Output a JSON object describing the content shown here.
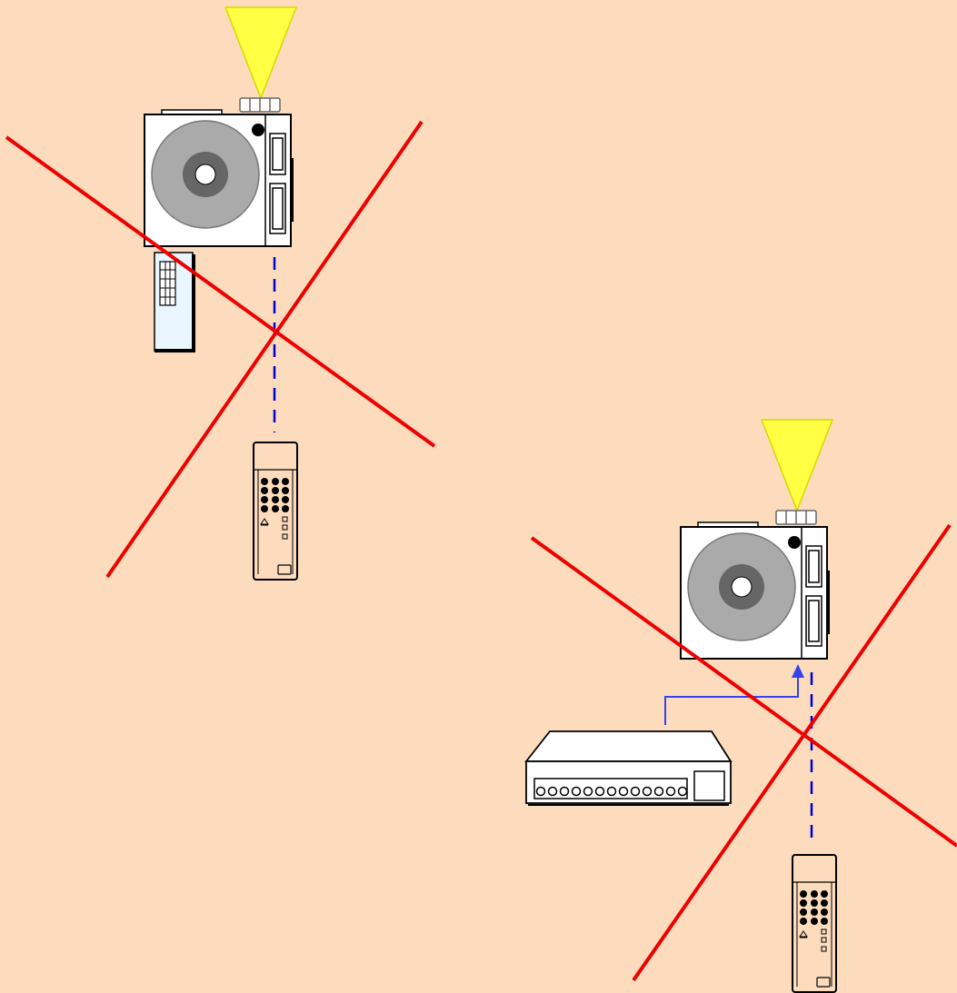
{
  "colors": {
    "background": "#FDDCBE",
    "cross_mark": "#EE0000",
    "signal_line": "#0000CC",
    "cable_line": "#3344EE",
    "light_beam": "#FFFF44",
    "device_body": "#FFFFFF",
    "outline": "#000000",
    "disc": "#AAAAAA",
    "disc_hub": "#666666",
    "remote_body": "#FDDCBE",
    "receiver_body": "#E9F6FF"
  },
  "scenes": [
    {
      "id": "scene-1",
      "devices": [
        "light-beam",
        "camera",
        "ir-receiver-unit",
        "handheld-remote"
      ],
      "link": "infrared-dashed",
      "status": "crossed-out"
    },
    {
      "id": "scene-2",
      "devices": [
        "light-beam",
        "camera",
        "switcher-box",
        "handheld-remote"
      ],
      "link": "cable-and-infrared-dashed",
      "status": "crossed-out"
    }
  ]
}
